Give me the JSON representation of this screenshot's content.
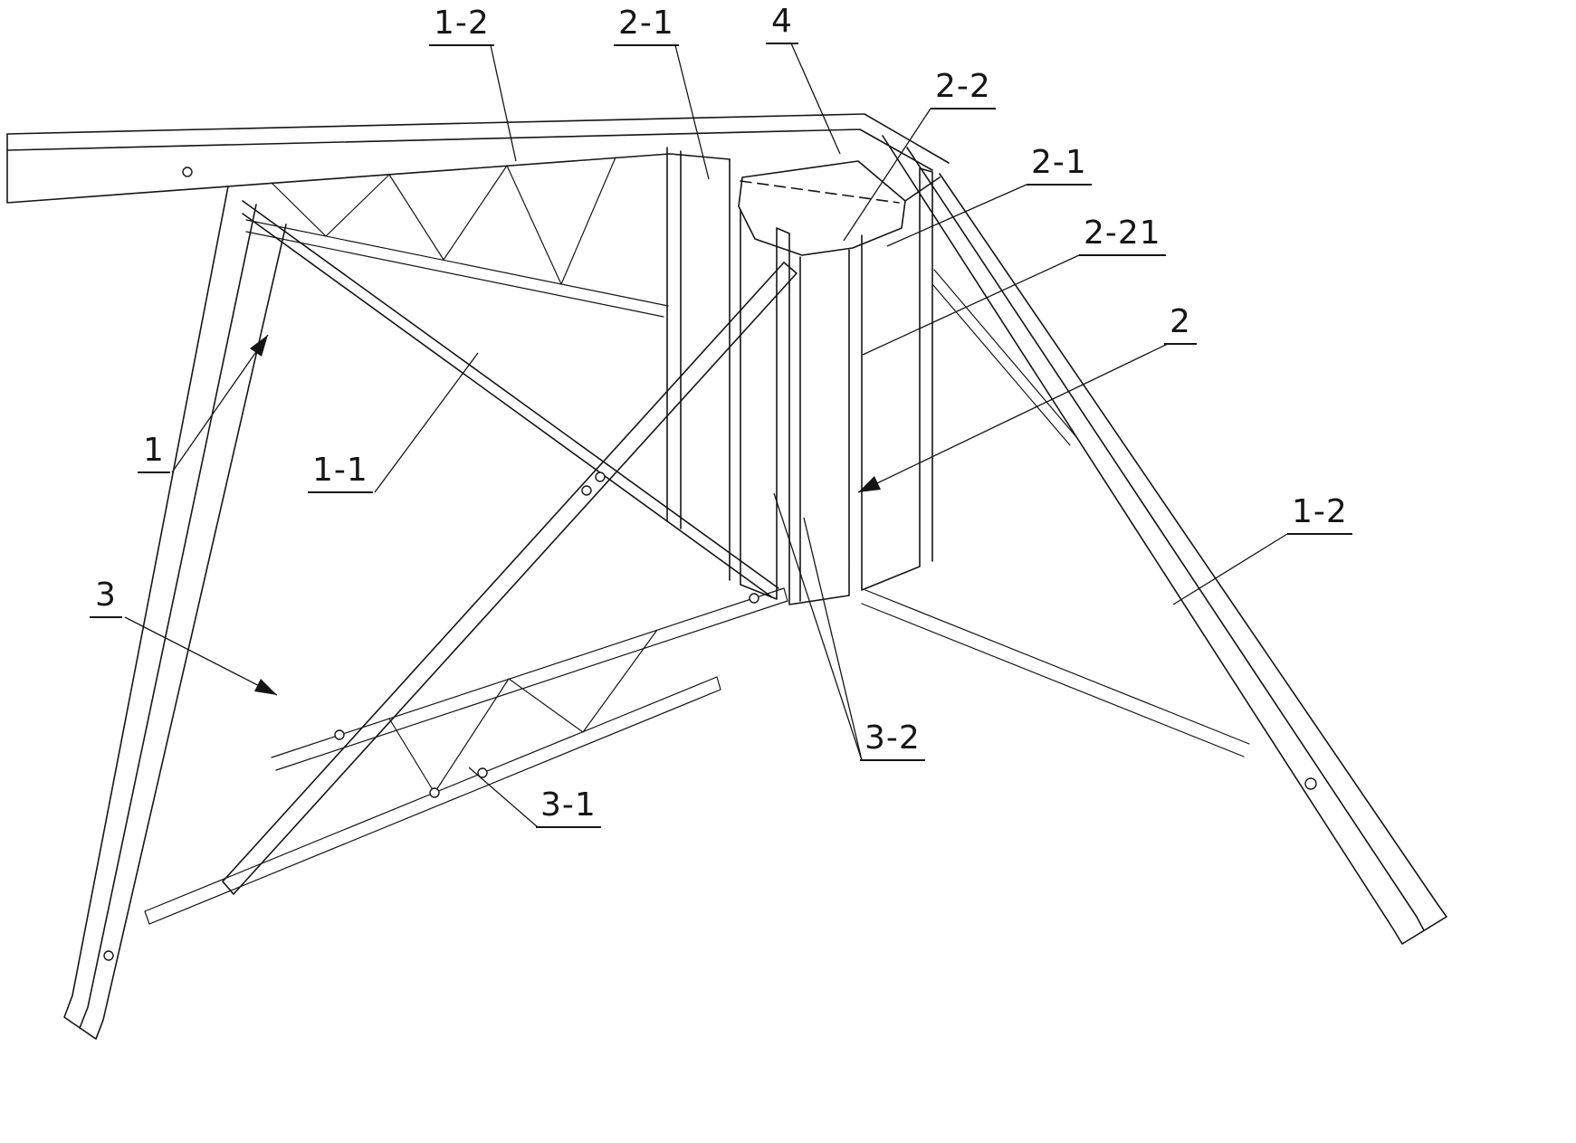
{
  "figure": {
    "background_color": "#ffffff",
    "line_color": "#151515"
  },
  "labels": {
    "l1": {
      "text": "1-2"
    },
    "l2": {
      "text": "2-1"
    },
    "l3": {
      "text": "4"
    },
    "l4": {
      "text": "2-2"
    },
    "l5": {
      "text": "2-1"
    },
    "l6": {
      "text": "2-21"
    },
    "l7": {
      "text": "2"
    },
    "l8": {
      "text": "1-2"
    },
    "l9": {
      "text": "1"
    },
    "l10": {
      "text": "1-1"
    },
    "l11": {
      "text": "3"
    },
    "l12": {
      "text": "3-2"
    },
    "l13": {
      "text": "3-1"
    }
  }
}
